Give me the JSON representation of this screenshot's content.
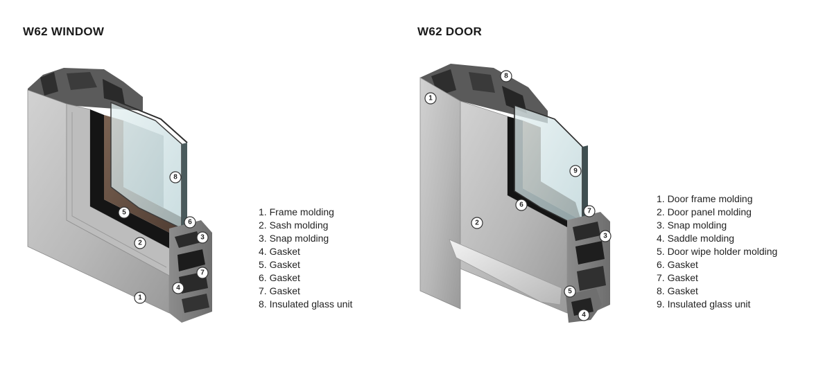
{
  "window": {
    "title": "W62 WINDOW",
    "callouts": [
      "8",
      "5",
      "6",
      "2",
      "3",
      "7",
      "4",
      "1"
    ],
    "legend": [
      "1. Frame molding",
      "2. Sash molding",
      "3. Snap molding",
      "4. Gasket",
      "5. Gasket",
      "6. Gasket",
      "7. Gasket",
      "8. Insulated glass unit"
    ]
  },
  "door": {
    "title": "W62 DOOR",
    "callouts": [
      "8",
      "1",
      "9",
      "6",
      "7",
      "2",
      "3",
      "5",
      "4"
    ],
    "legend": [
      "1. Door frame molding",
      "2. Door panel molding",
      "3. Snap molding",
      "4. Saddle molding",
      "5. Door wipe holder molding",
      "6. Gasket",
      "7. Gasket",
      "8. Gasket",
      "9. Insulated glass unit"
    ]
  },
  "colors": {
    "aluminum_light": "#c9c9c9",
    "aluminum_mid": "#a9a9a9",
    "aluminum_dark": "#7d7d7d",
    "profile_shadow": "#3a3a3a",
    "gasket_black": "#111111",
    "glass": "#cfe3e6",
    "wood_tone": "#6b5444"
  }
}
